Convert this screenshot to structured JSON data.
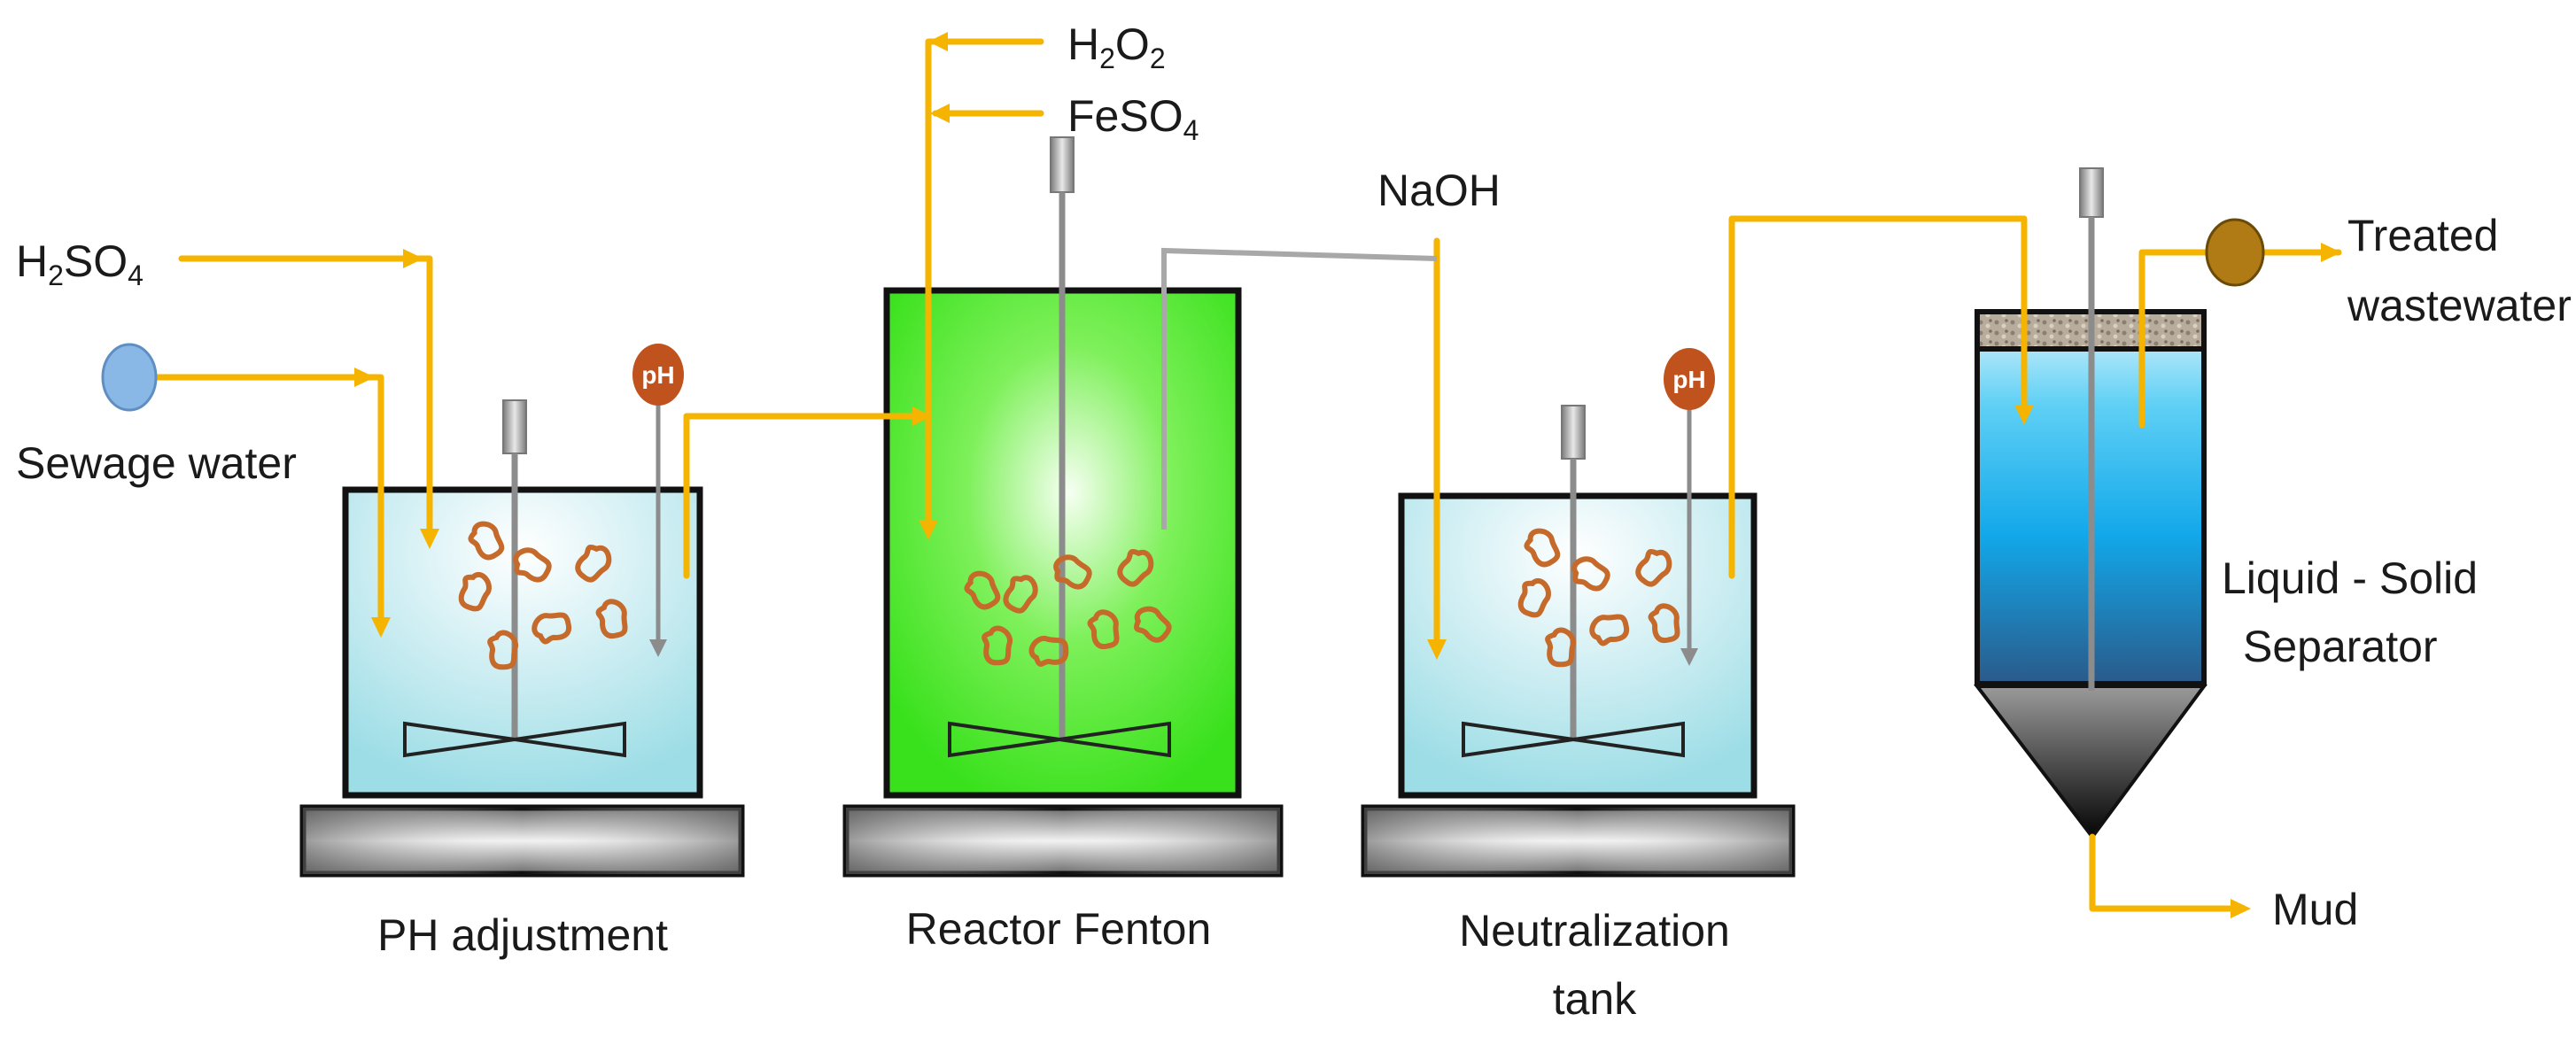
{
  "colors": {
    "flow_line": "#f4b400",
    "tank_water": "#bfe9ef",
    "reactor_green": "#39e11c",
    "separator_blue": "#19b6ef",
    "particle": "#c56a2a",
    "ph_probe": "#c0521e",
    "valve_sewage": "#8ab8e6",
    "valve_treated": "#b07a14"
  },
  "icons": [
    "sewage-valve-icon",
    "ph-probe-icon",
    "mixer-icon",
    "treated-valve-icon"
  ],
  "inputs": {
    "h2so4": {
      "base": "H",
      "sub1": "2",
      "mid": "SO",
      "sub2": "4"
    },
    "sewage": "Sewage water",
    "h2o2": {
      "base": "H",
      "sub1": "2",
      "mid": "O",
      "sub2": "2"
    },
    "feso4": {
      "base": "FeSO",
      "sub1": "4"
    },
    "naoh": "NaOH"
  },
  "probe_label": "pH",
  "stages": {
    "ph_adjustment": "PH adjustment",
    "reactor": "Reactor Fenton",
    "neutralization_line1": "Neutralization",
    "neutralization_line2": "tank",
    "separator_line1": "Liquid - Solid",
    "separator_line2": "Separator"
  },
  "outputs": {
    "treated_line1": "Treated",
    "treated_line2": "wastewater",
    "mud": "Mud"
  }
}
